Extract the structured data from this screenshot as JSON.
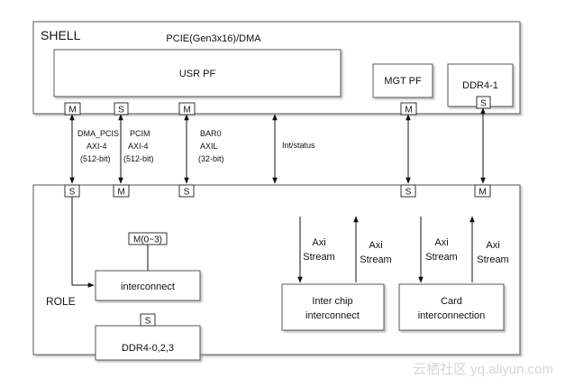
{
  "shell": {
    "title": "SHELL",
    "pcie_label": "PCIE(Gen3x16)/DMA",
    "usr_pf": "USR PF",
    "mgt_pf": "MGT PF",
    "ddr4_1": "DDR4-1"
  },
  "ports": {
    "M": "M",
    "S": "S",
    "m_0_3": "M(0~3)"
  },
  "links": {
    "dma_pcis": [
      "DMA_PCIS",
      "AXI-4",
      "(512-bit)"
    ],
    "pcim": [
      "PCIM",
      "AXI-4",
      "(512-bit)"
    ],
    "bar0": [
      "BAR0",
      "AXIL",
      "(32-bit)"
    ],
    "int_status": "Int/status"
  },
  "role": {
    "title": "ROLE",
    "interconnect": "interconnect",
    "ddr4_023": "DDR4-0,2,3",
    "inter_chip": [
      "Inter chip",
      "interconnect"
    ],
    "card": [
      "Card",
      "interconnection"
    ],
    "axi_stream": [
      "Axi",
      "Stream"
    ]
  },
  "watermark": "云栖社区 yq.aliyun.com"
}
